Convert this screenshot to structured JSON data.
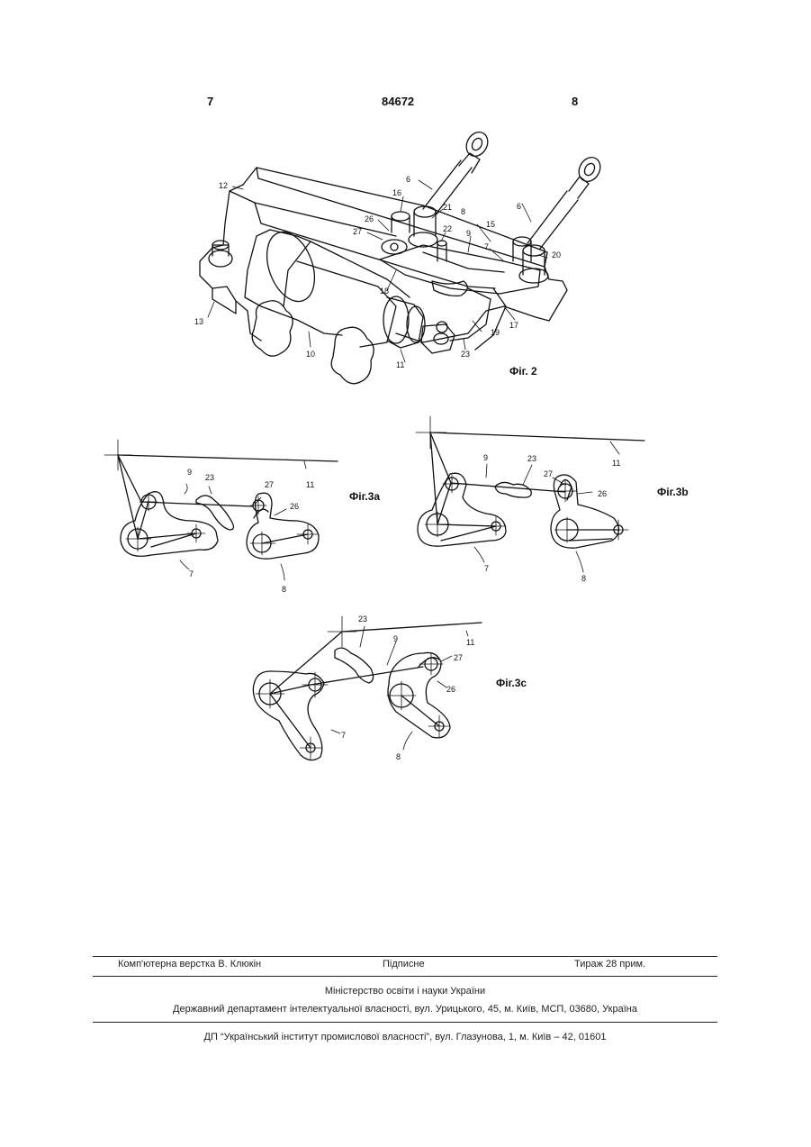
{
  "header": {
    "left_page": "7",
    "patent_number": "84672",
    "right_page": "8"
  },
  "figures": {
    "fig2": {
      "caption": "Фіг. 2",
      "labels": [
        "6",
        "6",
        "12",
        "16",
        "21",
        "8",
        "26",
        "15",
        "27",
        "22",
        "9",
        "7",
        "20",
        "18",
        "13",
        "17",
        "19",
        "10",
        "11",
        "23"
      ]
    },
    "fig3a": {
      "caption": "Фіг.3a",
      "labels": [
        "9",
        "23",
        "27",
        "11",
        "26",
        "7",
        "8"
      ]
    },
    "fig3b": {
      "caption": "Фіг.3b",
      "labels": [
        "11",
        "9",
        "23",
        "27",
        "26",
        "7",
        "8"
      ]
    },
    "fig3c": {
      "caption": "Фіг.3c",
      "labels": [
        "23",
        "11",
        "9",
        "27",
        "26",
        "7",
        "8"
      ]
    }
  },
  "imprint": {
    "typesetting": "Комп'ютерна верстка В. Клюкін",
    "signed": "Підписне",
    "circulation": "Тираж 28 прим.",
    "ministry": "Міністерство освіти і науки України",
    "department": "Державний департамент інтелектуальної власності, вул. Урицького, 45, м. Київ, МСП, 03680, Україна",
    "institute": "ДП “Український інститут промислової власності”, вул. Глазунова, 1, м. Київ – 42, 01601"
  }
}
